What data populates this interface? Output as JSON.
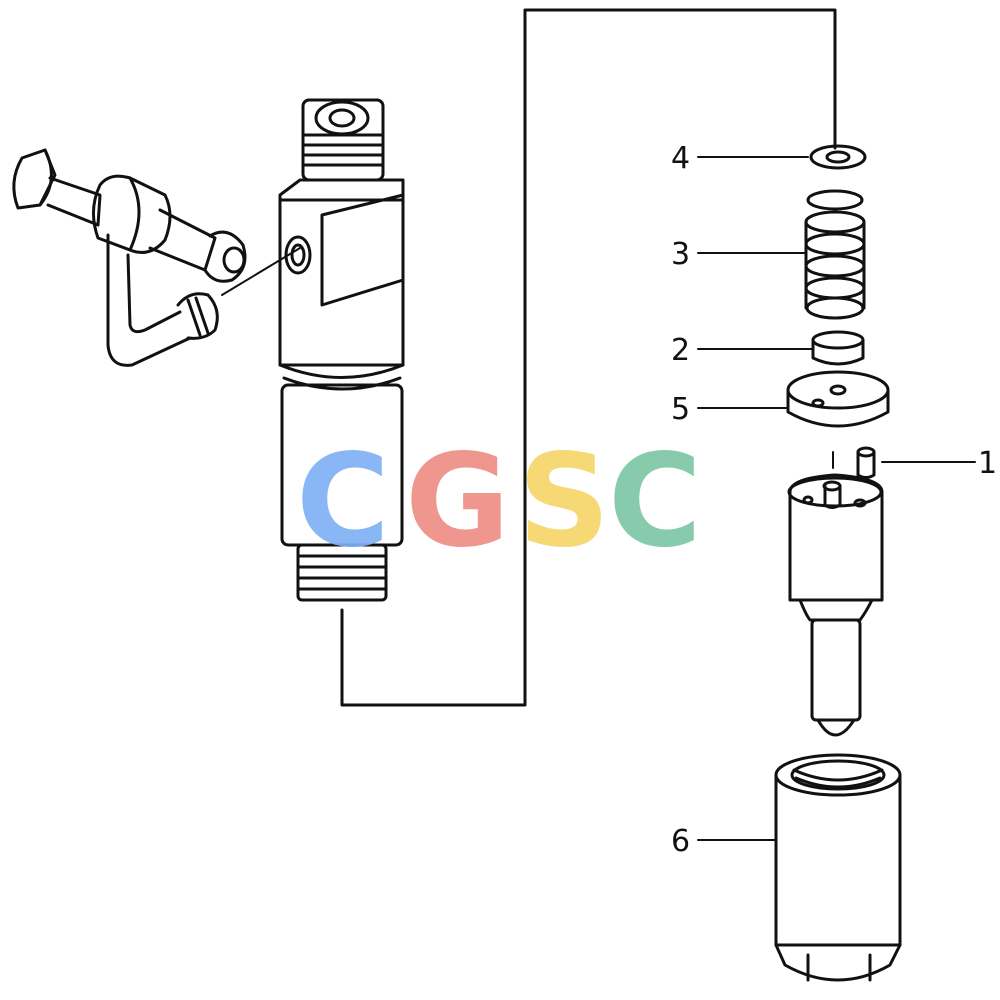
{
  "callouts": {
    "c1": "1",
    "c2": "2",
    "c3": "3",
    "c4": "4",
    "c5": "5",
    "c6": "6"
  },
  "watermark": {
    "letters": [
      "C",
      "G",
      "S",
      "C"
    ],
    "colors": [
      "#7fb0f5",
      "#ee8f86",
      "#f6d56a",
      "#7ec7a6"
    ]
  },
  "colors": {
    "ink": "#111111",
    "background": "#ffffff"
  }
}
